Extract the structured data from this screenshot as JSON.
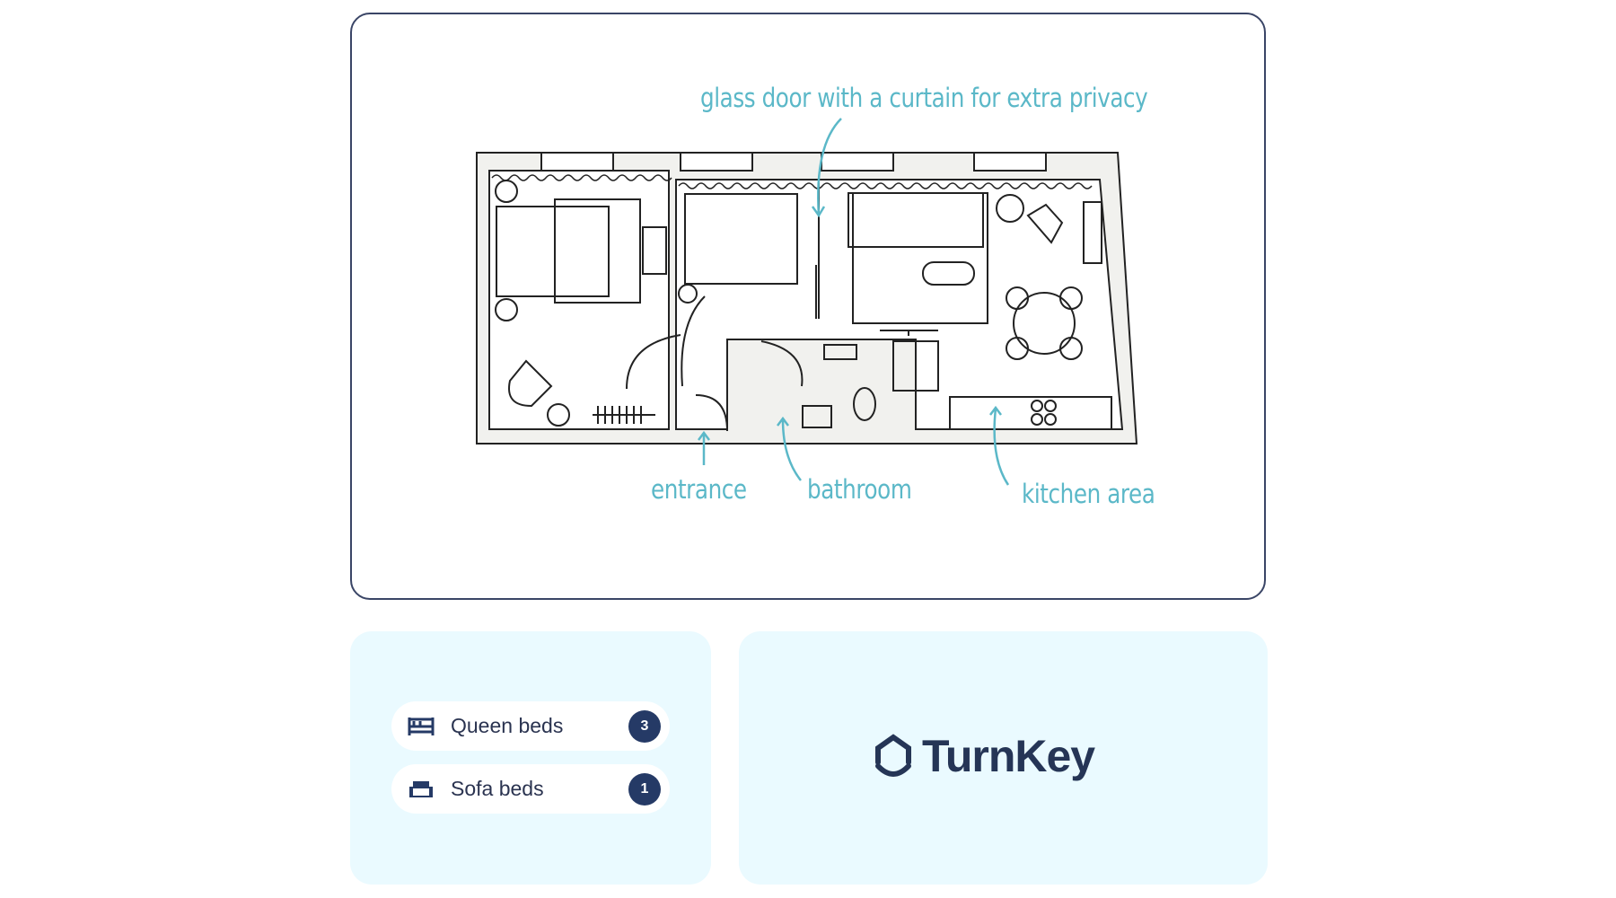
{
  "floorplan": {
    "annotations": {
      "glass_door": "glass door with a curtain for extra privacy",
      "entrance": "entrance",
      "bathroom": "bathroom",
      "kitchen": "kitchen area"
    }
  },
  "beds": [
    {
      "label": "Queen beds",
      "count": "3",
      "icon": "bed-icon"
    },
    {
      "label": "Sofa beds",
      "count": "1",
      "icon": "sofa-icon"
    }
  ],
  "brand": {
    "name": "TurnKey"
  },
  "colors": {
    "accent": "#5bb8c8",
    "navy": "#253a66",
    "card_bg": "#eafaff"
  }
}
